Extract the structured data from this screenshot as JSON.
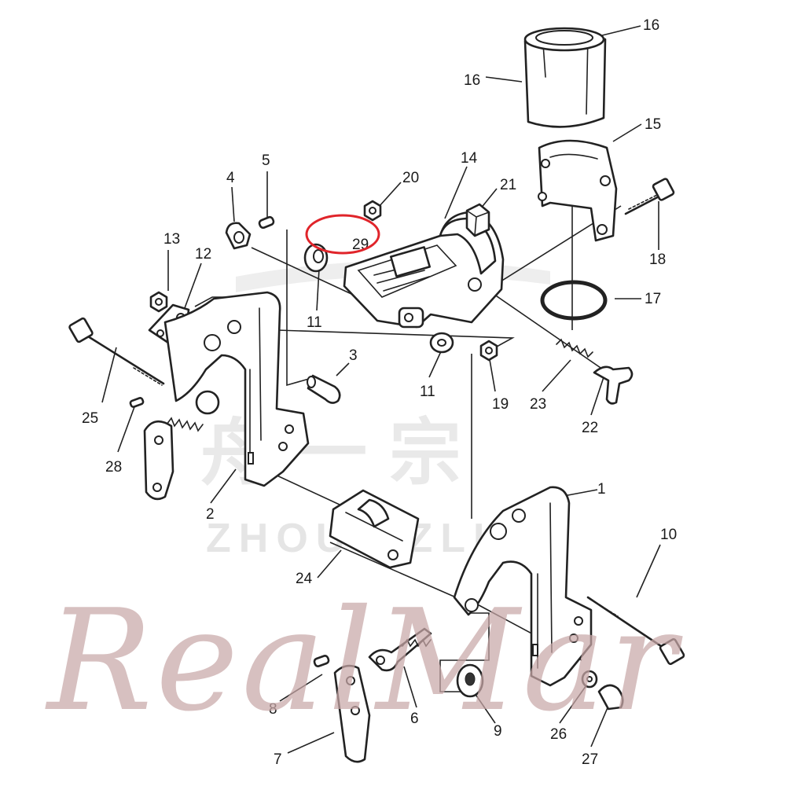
{
  "diagram": {
    "callouts": [
      {
        "id": "c16a",
        "label": "16"
      },
      {
        "id": "c16b",
        "label": "16"
      },
      {
        "id": "c15",
        "label": "15"
      },
      {
        "id": "c14",
        "label": "14"
      },
      {
        "id": "c20",
        "label": "20"
      },
      {
        "id": "c21",
        "label": "21"
      },
      {
        "id": "c5",
        "label": "5"
      },
      {
        "id": "c4",
        "label": "4"
      },
      {
        "id": "c18",
        "label": "18"
      },
      {
        "id": "c29",
        "label": "29"
      },
      {
        "id": "c13",
        "label": "13"
      },
      {
        "id": "c12",
        "label": "12"
      },
      {
        "id": "c17",
        "label": "17"
      },
      {
        "id": "c11a",
        "label": "11"
      },
      {
        "id": "c3",
        "label": "3"
      },
      {
        "id": "c11b",
        "label": "11"
      },
      {
        "id": "c19",
        "label": "19"
      },
      {
        "id": "c23",
        "label": "23"
      },
      {
        "id": "c25",
        "label": "25"
      },
      {
        "id": "c22",
        "label": "22"
      },
      {
        "id": "c28",
        "label": "28"
      },
      {
        "id": "c1",
        "label": "1"
      },
      {
        "id": "c2",
        "label": "2"
      },
      {
        "id": "c10",
        "label": "10"
      },
      {
        "id": "c24",
        "label": "24"
      },
      {
        "id": "c8",
        "label": "8"
      },
      {
        "id": "c6",
        "label": "6"
      },
      {
        "id": "c9",
        "label": "9"
      },
      {
        "id": "c26",
        "label": "26"
      },
      {
        "id": "c7",
        "label": "7"
      },
      {
        "id": "c27",
        "label": "27"
      }
    ],
    "highlighted_part": "29"
  },
  "watermarks": {
    "chinese": "舟一宗",
    "pinyin": "ZHOUYIZLI",
    "brand": "RealMar"
  },
  "colors": {
    "line": "#222222",
    "highlight": "#e0242a",
    "brand_watermark": "#c9a8a8",
    "grey_watermark": "#d8d8d8"
  }
}
